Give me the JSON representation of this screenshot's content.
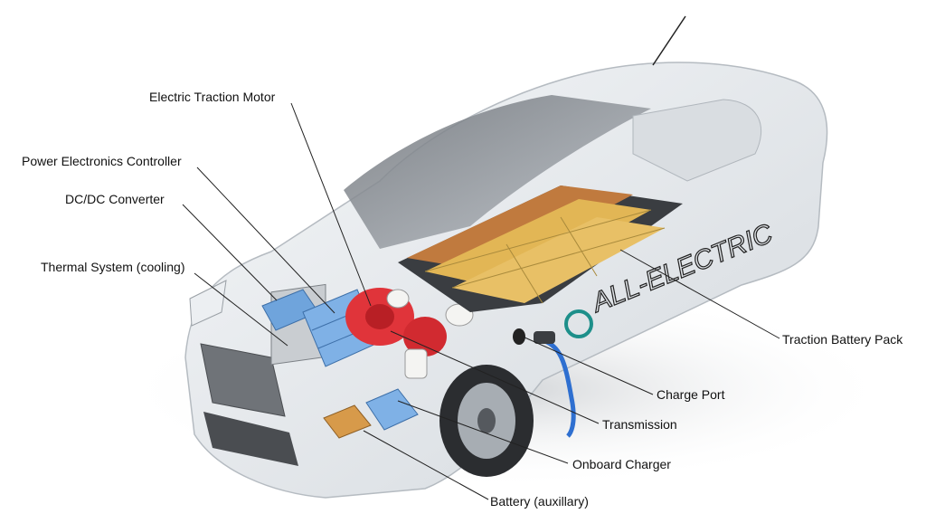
{
  "labels": {
    "electric_traction_motor": "Electric Traction Motor",
    "power_electronics_controller": "Power Electronics Controller",
    "dc_dc_converter": "DC/DC Converter",
    "thermal_system": "Thermal System (cooling)",
    "traction_battery_pack": "Traction Battery Pack",
    "charge_port": "Charge Port",
    "transmission": "Transmission",
    "onboard_charger": "Onboard Charger",
    "battery_auxiliary": "Battery (auxillary)"
  },
  "car_decal": "ALL-ELECTRIC",
  "colors": {
    "body": "#e9ecef",
    "glass": "#cfd4da",
    "battery_cell": "#e2b655",
    "battery_module": "#c07a3e",
    "motor": "#e0343a",
    "converter": "#6fa4dc",
    "leader_line": "#222222"
  }
}
